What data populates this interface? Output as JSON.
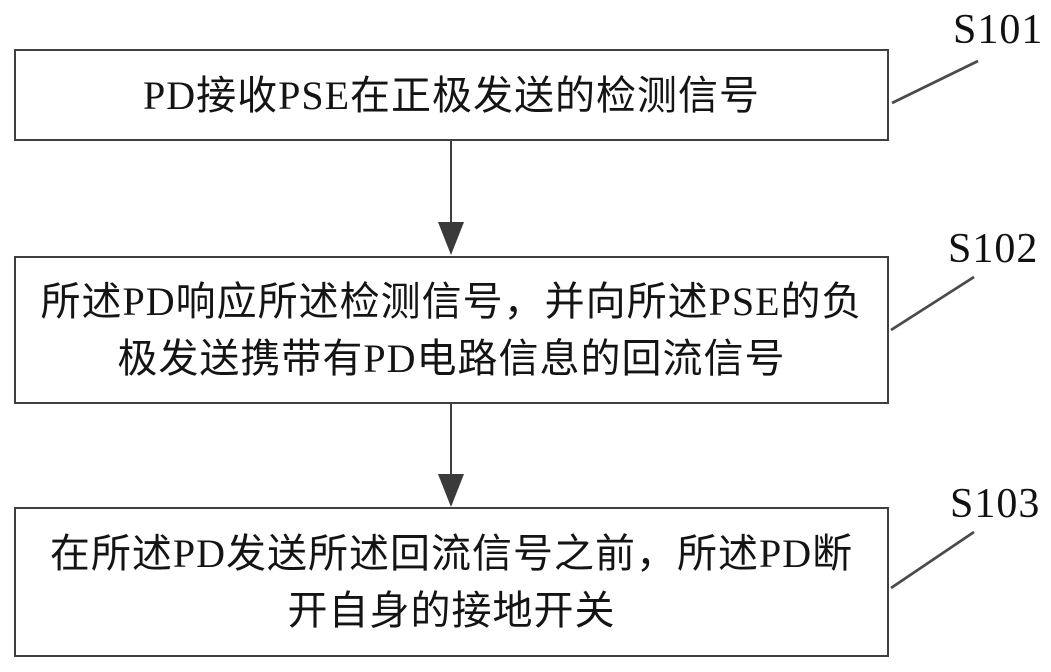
{
  "figure": {
    "type": "flowchart",
    "background_color": "#ffffff",
    "line_color": "#3f3f3f",
    "text_color": "#141414",
    "steps": [
      {
        "label": "S101",
        "lines": [
          "PD接收PSE在正极发送的检测信号"
        ]
      },
      {
        "label": "S102",
        "lines": [
          "所述PD响应所述检测信号，并向所述PSE的负",
          "极发送携带有PD电路信息的回流信号"
        ]
      },
      {
        "label": "S103",
        "lines": [
          "在所述PD发送所述回流信号之前，所述PD断",
          "开自身的接地开关"
        ]
      }
    ]
  }
}
